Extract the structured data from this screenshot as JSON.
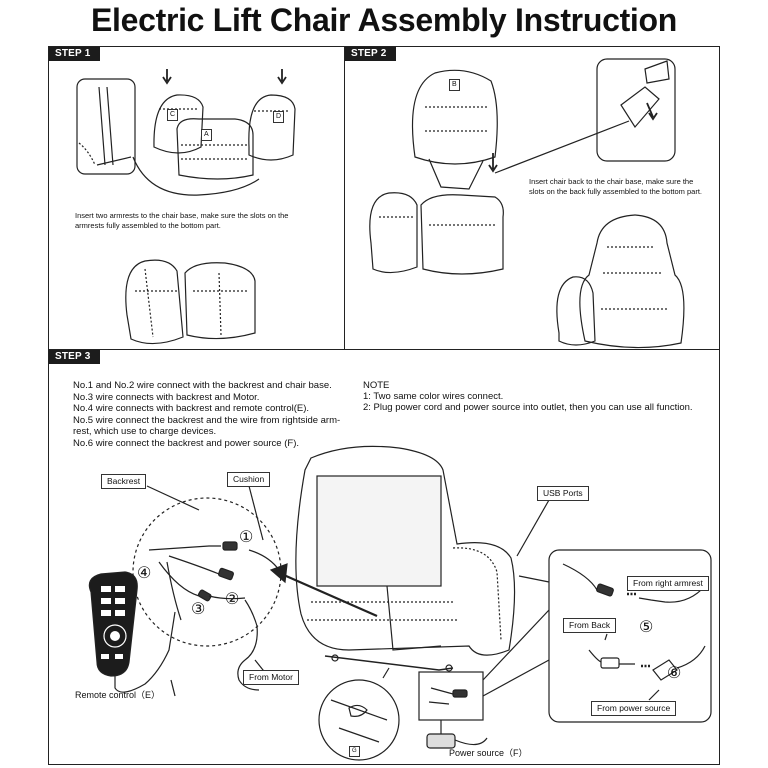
{
  "title": "Electric Lift Chair Assembly Instruction",
  "step1": {
    "tag": "STEP 1",
    "instruction": "Insert two armrests to the chair base, make sure the slots on the armrests fully assembled to the bottom part.",
    "part_labels": [
      "C",
      "A",
      "D"
    ]
  },
  "step2": {
    "tag": "STEP 2",
    "instruction": "Insert chair back to the chair base, make sure the slots on the back fully assembled to the bottom part.",
    "part_labels": [
      "B"
    ]
  },
  "step3": {
    "tag": "STEP 3",
    "wiring_notes": "No.1 and No.2 wire connect with the backrest and chair base.\nNo.3 wire connects with backrest and Motor.\nNo.4 wire connects with backrest and remote control(E).\nNo.5 wire connect the backrest and the wire from rightside arm-\nrest, which use to charge devices.\nNo.6 wire connect the backrest and power source (F).",
    "note_title": "NOTE",
    "note_lines": [
      "1: Two same color wires connect.",
      "2: Plug power cord and power source into outlet, then you can use all function."
    ],
    "labels": {
      "backrest": "Backrest",
      "cushion": "Cushion",
      "usb_ports": "USB Ports",
      "from_right_armrest": "From right armrest",
      "from_back": "From Back",
      "from_power_source": "From power source",
      "remote_control": "Remote control（E）",
      "from_motor": "From Motor",
      "power_source": "Power source（F）",
      "part_g": "G"
    },
    "circled_numbers": [
      "①",
      "②",
      "③",
      "④",
      "⑤",
      "⑥"
    ]
  }
}
